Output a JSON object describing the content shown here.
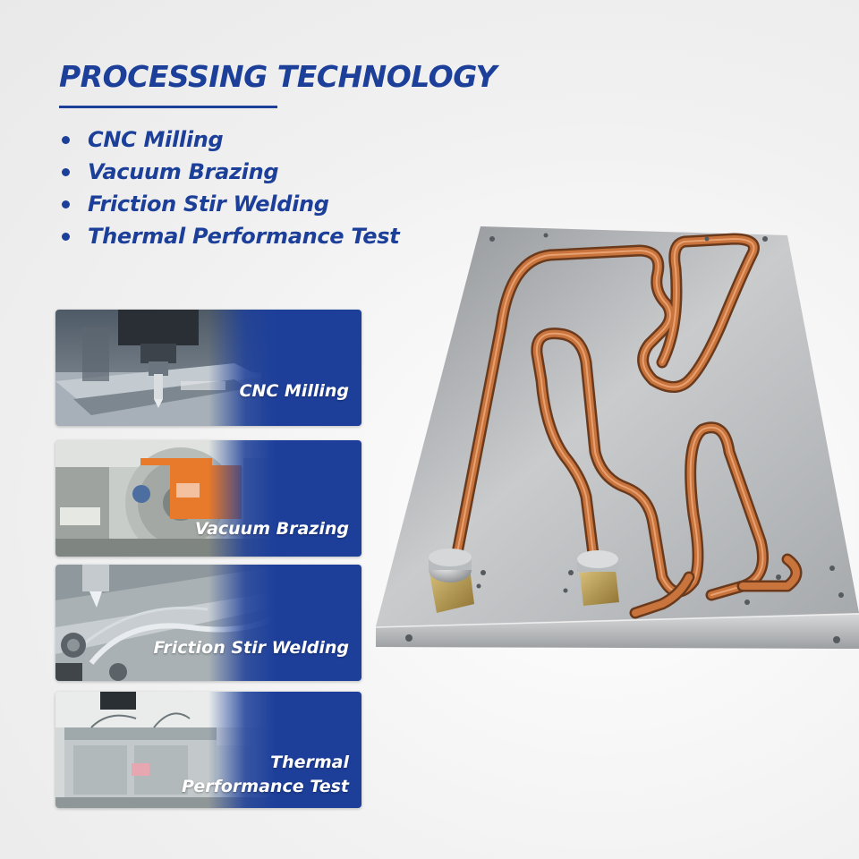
{
  "header": {
    "title": "PROCESSING TECHNOLOGY"
  },
  "tech_list": [
    "CNC Milling",
    "Vacuum Brazing",
    "Friction Stir Welding",
    "Thermal Performance Test"
  ],
  "cards": [
    {
      "label_line1": "CNC Milling",
      "label_line2": ""
    },
    {
      "label_line1": "Vacuum Brazing",
      "label_line2": ""
    },
    {
      "label_line1": "Friction Stir Welding",
      "label_line2": ""
    },
    {
      "label_line1": "Thermal",
      "label_line2": "Performance Test"
    }
  ],
  "colors": {
    "brand_blue": "#1c3f9a",
    "card_blue": "#1d3f9a",
    "copper": "#c8743c",
    "aluminum": "#b4b6b8",
    "brass": "#b89a4a"
  },
  "icons": {
    "bullet": "filled-circle"
  }
}
